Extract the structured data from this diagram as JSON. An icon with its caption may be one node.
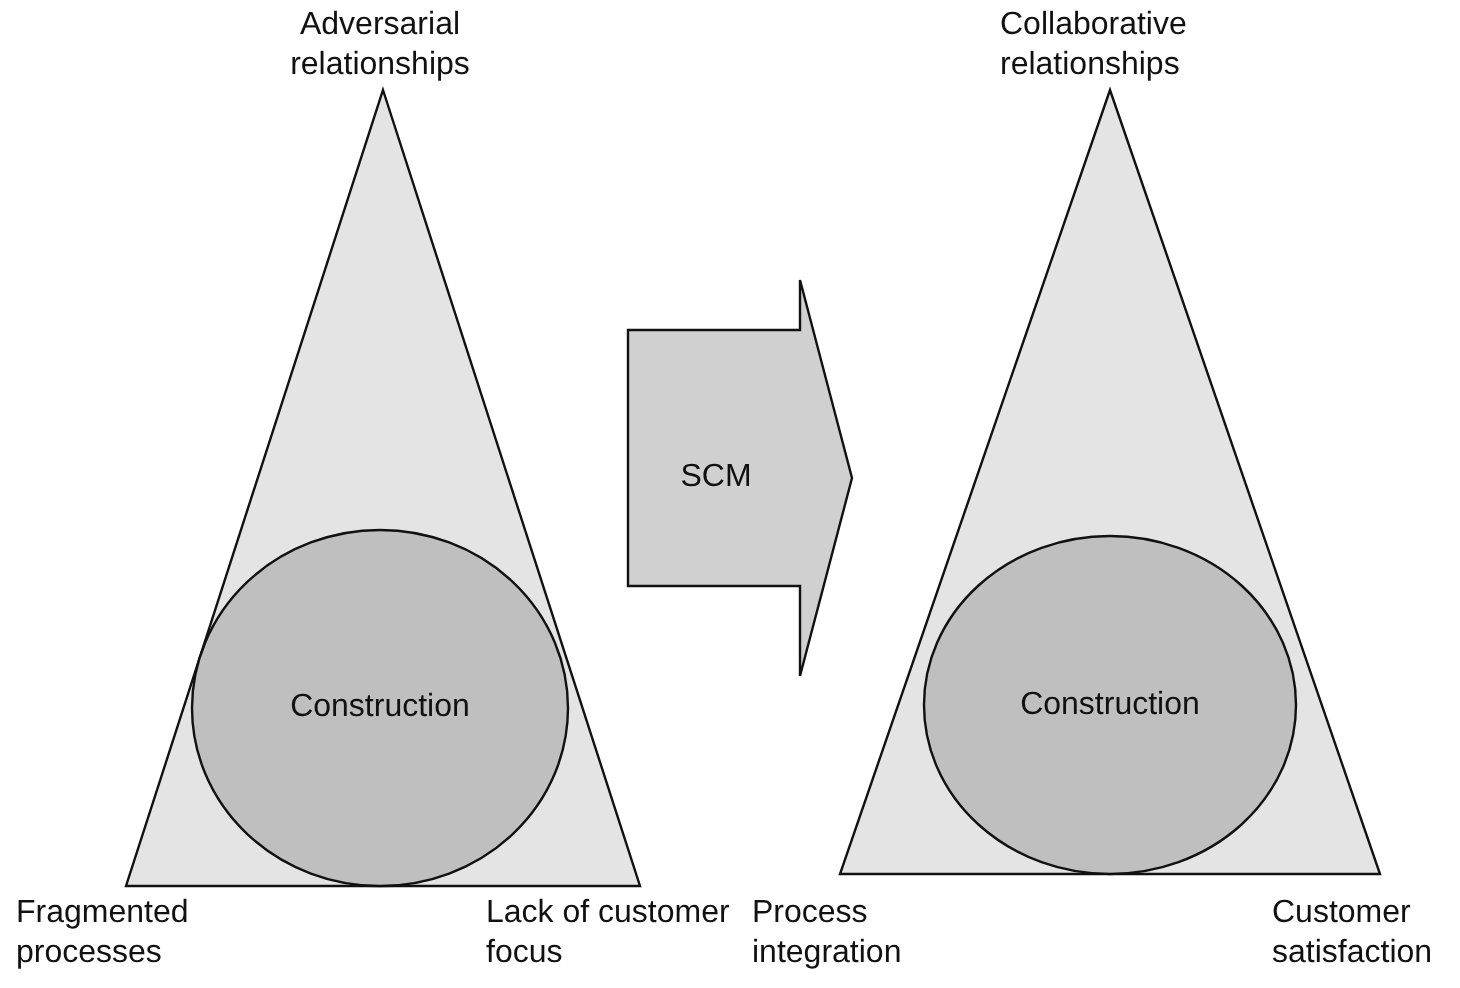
{
  "diagram": {
    "nodes": [
      {
        "text": [],
        "shape": "triangle",
        "beside": [
          "Adversarial relationships",
          "Fragmented processes",
          "Lack of customer focus"
        ]
      },
      {
        "text": [
          "Construction"
        ],
        "in": 0
      },
      {
        "text": [
          "SCM"
        ]
      },
      {
        "text": [],
        "shape": "triangle",
        "beside": [
          "Collaborative relationships",
          "Process integration",
          "Customer satisfaction"
        ]
      },
      {
        "text": [
          "Construction"
        ],
        "in": 3
      }
    ]
  }
}
